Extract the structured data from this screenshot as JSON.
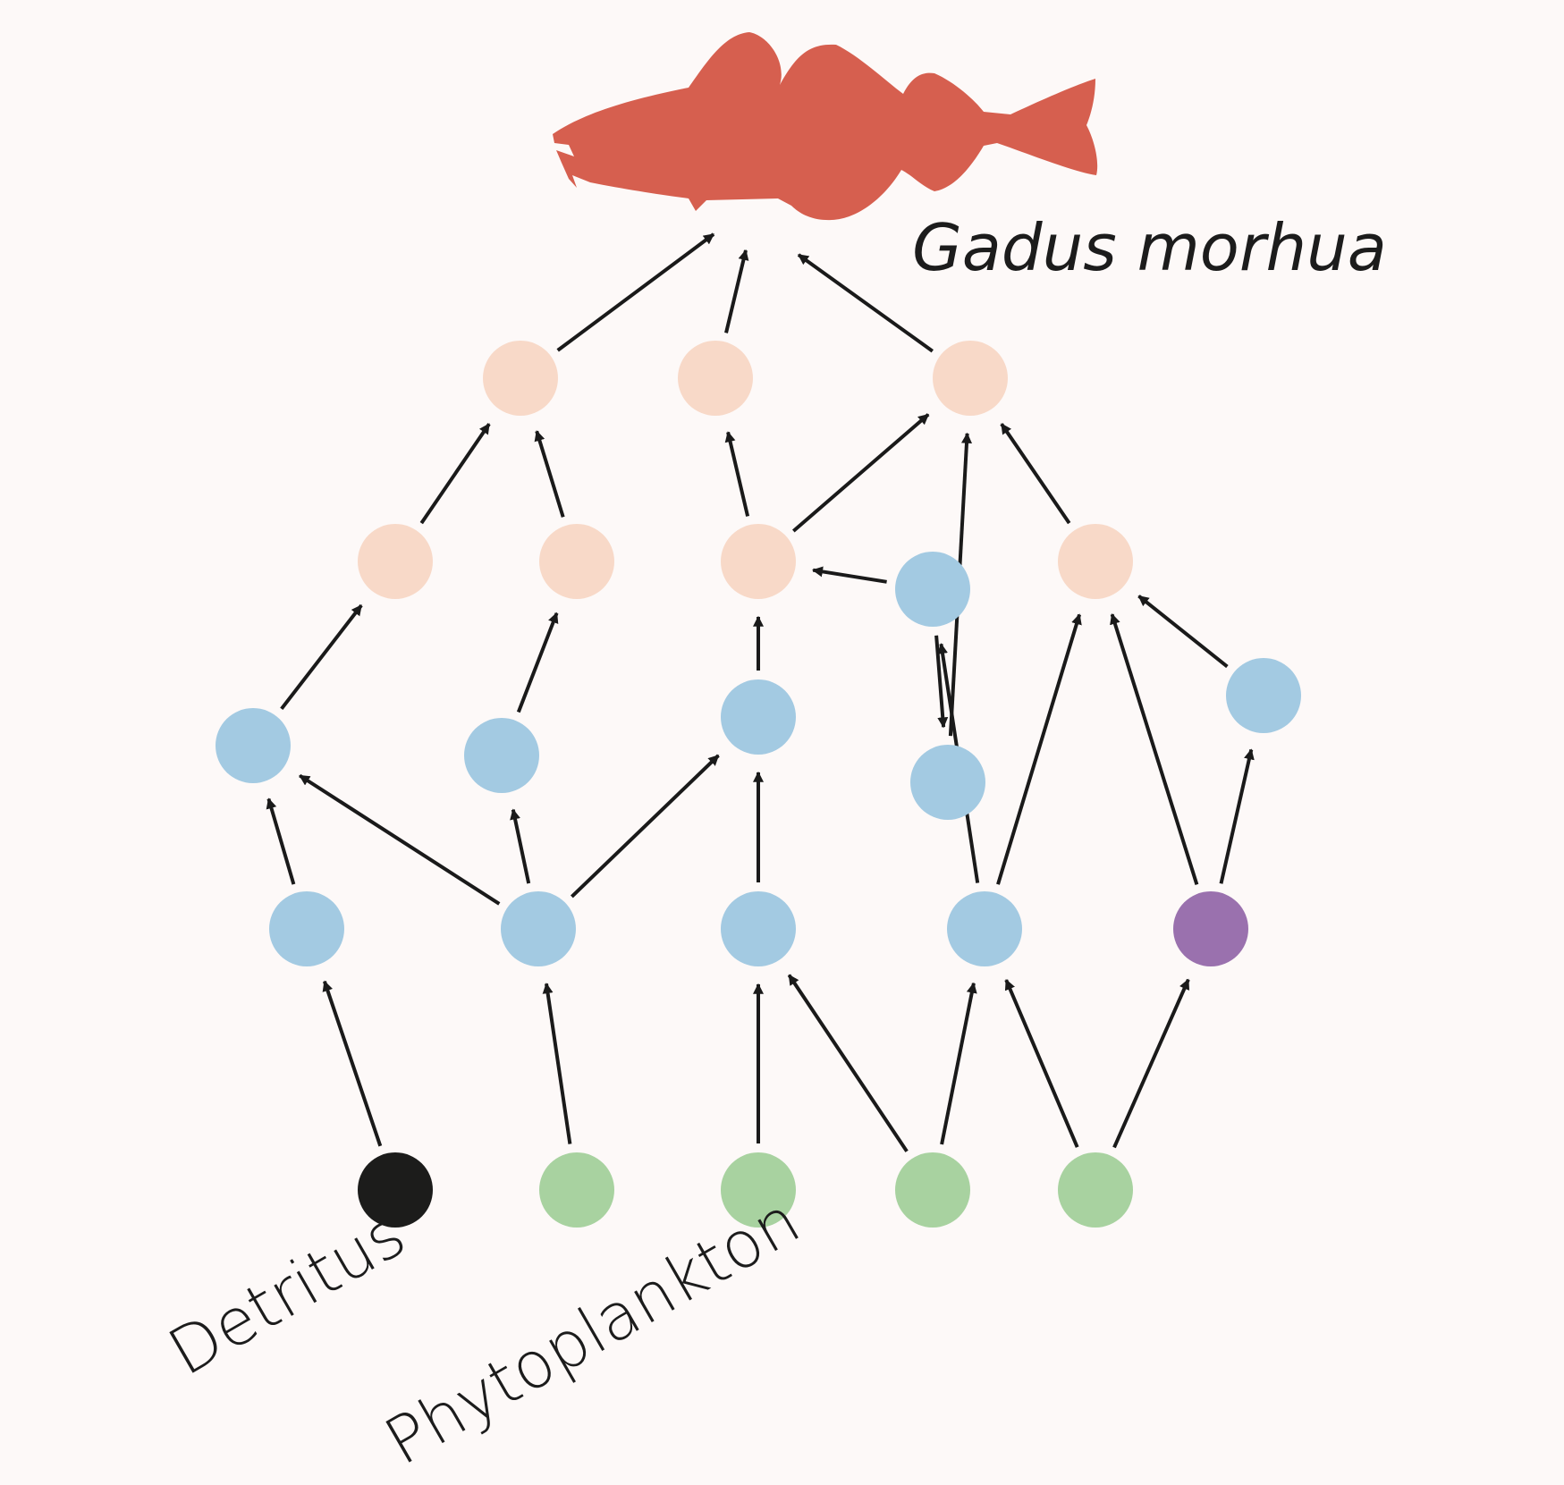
{
  "labels": {
    "top_species": "Gadus morhua",
    "detritus": "Detritus",
    "phytoplankton": "Phytoplankton"
  },
  "colors": {
    "background": "#fdf9f8",
    "cod": "#d65f4f",
    "top_predator_node": "#f8d9c8",
    "intermediate_node": "#a3cae2",
    "purple_node": "#9a71ae",
    "phytoplankton_node": "#a8d2a0",
    "detritus_node": "#1c1c1b",
    "arrow": "#1a1a1a"
  },
  "nodes": [
    {
      "id": "det",
      "type": "detritus"
    },
    {
      "id": "p1",
      "type": "phytoplankton"
    },
    {
      "id": "p2",
      "type": "phytoplankton"
    },
    {
      "id": "p3",
      "type": "phytoplankton"
    },
    {
      "id": "p4",
      "type": "phytoplankton"
    },
    {
      "id": "b1",
      "type": "intermediate"
    },
    {
      "id": "b2",
      "type": "intermediate"
    },
    {
      "id": "b3",
      "type": "intermediate"
    },
    {
      "id": "b4",
      "type": "intermediate"
    },
    {
      "id": "pu",
      "type": "purple"
    },
    {
      "id": "c1",
      "type": "intermediate"
    },
    {
      "id": "c2",
      "type": "intermediate"
    },
    {
      "id": "c3",
      "type": "intermediate"
    },
    {
      "id": "c4",
      "type": "intermediate"
    },
    {
      "id": "c5",
      "type": "intermediate"
    },
    {
      "id": "c6",
      "type": "intermediate"
    },
    {
      "id": "d1",
      "type": "top_predator"
    },
    {
      "id": "d2",
      "type": "top_predator"
    },
    {
      "id": "d3",
      "type": "top_predator"
    },
    {
      "id": "d4",
      "type": "top_predator"
    },
    {
      "id": "e1",
      "type": "top_predator"
    },
    {
      "id": "e2",
      "type": "top_predator"
    },
    {
      "id": "e3",
      "type": "top_predator"
    },
    {
      "id": "cod",
      "type": "fish"
    }
  ],
  "edges": [
    [
      "det",
      "b1"
    ],
    [
      "p1",
      "b2"
    ],
    [
      "p2",
      "b3"
    ],
    [
      "p3",
      "b3"
    ],
    [
      "p3",
      "b4"
    ],
    [
      "p4",
      "b4"
    ],
    [
      "p4",
      "pu"
    ],
    [
      "b1",
      "c1"
    ],
    [
      "b2",
      "c1"
    ],
    [
      "b2",
      "c2"
    ],
    [
      "b2",
      "c3"
    ],
    [
      "b3",
      "c3"
    ],
    [
      "b4",
      "c5"
    ],
    [
      "b4",
      "d4"
    ],
    [
      "pu",
      "d4"
    ],
    [
      "pu",
      "c6"
    ],
    [
      "c1",
      "d1"
    ],
    [
      "c2",
      "d2"
    ],
    [
      "c3",
      "d3"
    ],
    [
      "c5",
      "d3"
    ],
    [
      "c5",
      "c4"
    ],
    [
      "c4",
      "e3"
    ],
    [
      "c6",
      "d4"
    ],
    [
      "d1",
      "e1"
    ],
    [
      "d2",
      "e1"
    ],
    [
      "d3",
      "e2"
    ],
    [
      "d3",
      "e3"
    ],
    [
      "d4",
      "e3"
    ],
    [
      "e1",
      "cod"
    ],
    [
      "e2",
      "cod"
    ],
    [
      "e3",
      "cod"
    ]
  ]
}
